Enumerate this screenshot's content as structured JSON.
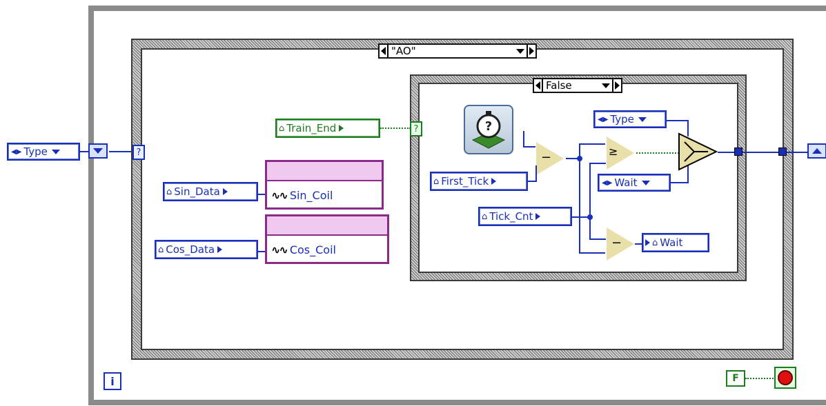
{
  "outer": {
    "type_enum": "Type"
  },
  "case_main": {
    "selector": "\"AO\""
  },
  "case_inner": {
    "selector": "False"
  },
  "globals": {
    "train_end": "Train_End",
    "sin_data": "Sin_Data",
    "cos_data": "Cos_Data",
    "first_tick": "First_Tick",
    "tick_cnt": "Tick_Cnt",
    "wait_out": "Wait"
  },
  "property_nodes": {
    "sin_coil": "Sin_Coil",
    "cos_coil": "Cos_Coil"
  },
  "enums": {
    "type_inner": "Type",
    "wait_inner": "Wait"
  },
  "terminals": {
    "iteration": "i",
    "stop_const": "F",
    "case_question": "?"
  },
  "colors": {
    "blue": "#1a2fb8",
    "green": "#1e7a1e",
    "purple": "#8a2a8a",
    "frame": "#8a8a8a"
  }
}
